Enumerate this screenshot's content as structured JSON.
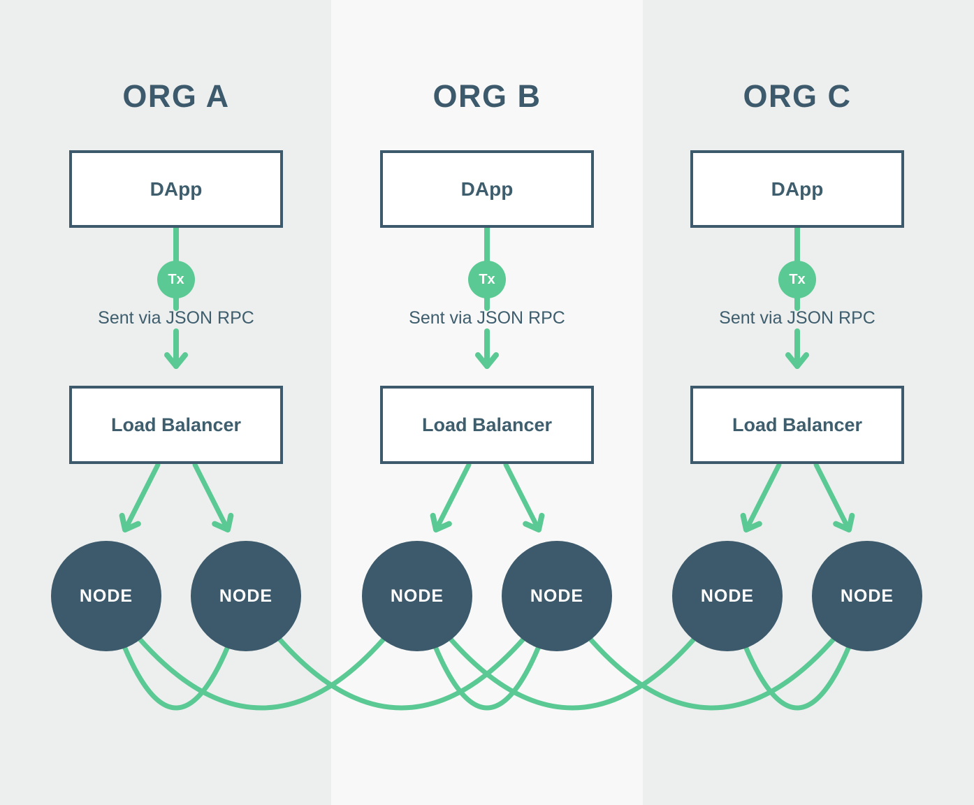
{
  "palette": {
    "slate": "#3c5a6b",
    "green": "#5bc993",
    "column_bg": "#edefee",
    "column_bg_alt": "#f7f8f7",
    "box_bg": "#ffffff",
    "node_text": "#ffffff"
  },
  "orgs": [
    {
      "title": "ORG A",
      "dapp_label": "DApp",
      "tx_label": "Tx",
      "rpc_label": "Sent via JSON RPC",
      "lb_label": "Load Balancer",
      "nodes": [
        "NODE",
        "NODE"
      ]
    },
    {
      "title": "ORG B",
      "dapp_label": "DApp",
      "tx_label": "Tx",
      "rpc_label": "Sent via JSON RPC",
      "lb_label": "Load Balancer",
      "nodes": [
        "NODE",
        "NODE"
      ]
    },
    {
      "title": "ORG C",
      "dapp_label": "DApp",
      "tx_label": "Tx",
      "rpc_label": "Sent via JSON RPC",
      "lb_label": "Load Balancer",
      "nodes": [
        "NODE",
        "NODE"
      ]
    }
  ],
  "connections": [
    [
      0,
      1
    ],
    [
      0,
      2
    ],
    [
      1,
      3
    ],
    [
      2,
      3
    ],
    [
      2,
      4
    ],
    [
      3,
      5
    ],
    [
      4,
      5
    ]
  ]
}
